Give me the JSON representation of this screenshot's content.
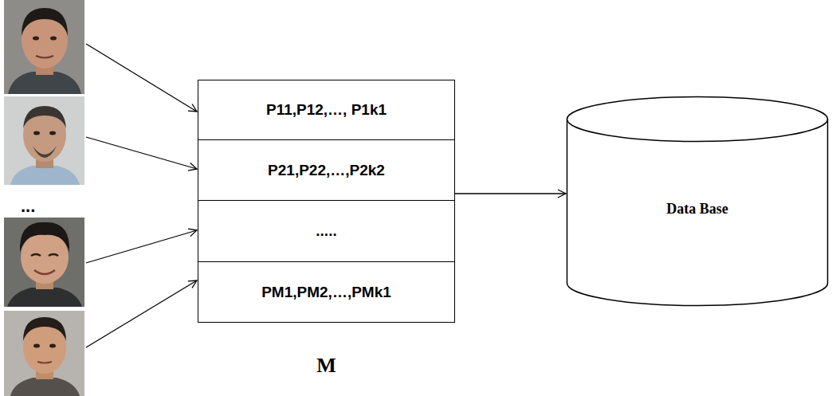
{
  "diagram": {
    "nodes": [
      {
        "text": [
          "M"
        ]
      },
      {
        "text": [
          "P11,P12,…, P1k1"
        ],
        "in": 0
      },
      {
        "text": [
          "P21,P22,…,P2k2"
        ],
        "in": 0
      },
      {
        "text": [
          "....."
        ],
        "in": 0
      },
      {
        "text": [
          "PM1,PM2,…,PMk1"
        ],
        "in": 0
      },
      {
        "text": [
          "Data Base"
        ]
      }
    ],
    "edges": [
      {
        "from": 0,
        "to": 5,
        "arrow": "to"
      }
    ],
    "labels": [
      "..."
    ]
  }
}
